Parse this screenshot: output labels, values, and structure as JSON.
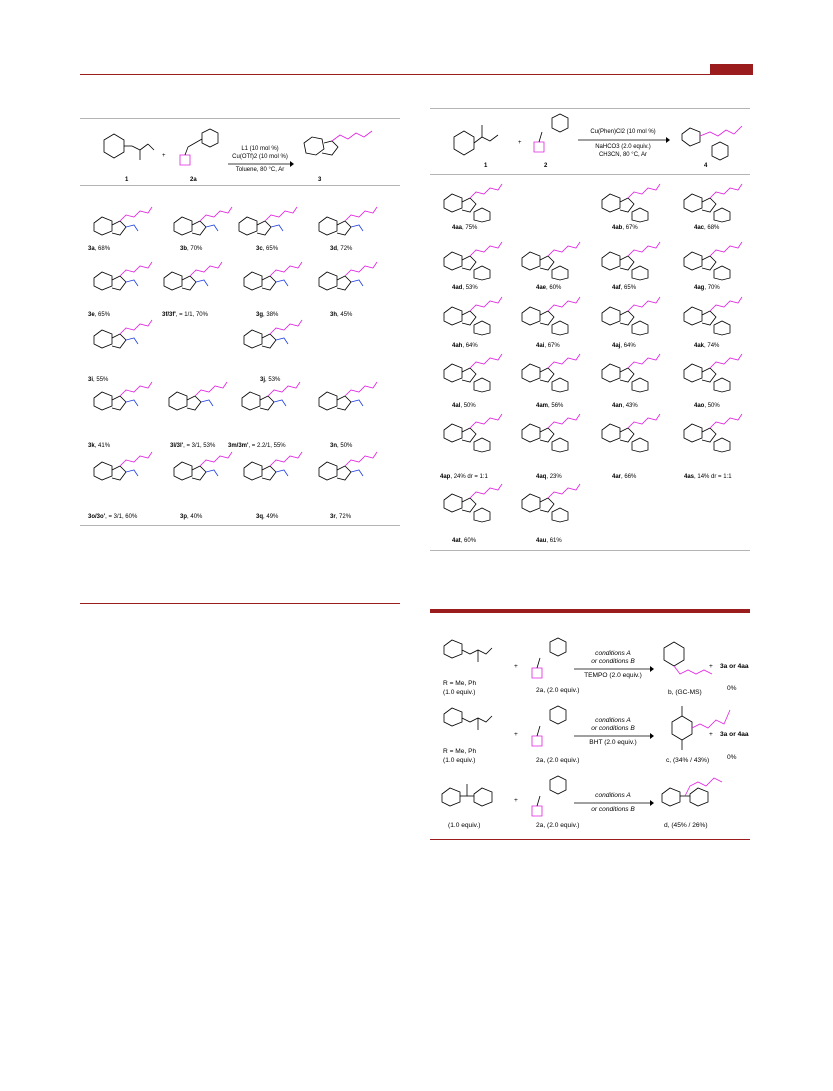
{
  "left_scheme": {
    "reagent1_label": "1",
    "reagent2_label": "2a",
    "product_label": "3",
    "plus": "+",
    "conditions": [
      "L1 (10 mol %)",
      "Cu(OTf)2 (10 mol %)",
      "Toluene, 80 °C, Ar"
    ],
    "compounds": [
      {
        "id": "3a",
        "yield": "68%"
      },
      {
        "id": "3b",
        "yield": "70%"
      },
      {
        "id": "3c",
        "yield": "65%"
      },
      {
        "id": "3d",
        "yield": "72%"
      },
      {
        "id": "3e",
        "yield": "65%"
      },
      {
        "id": "3f/3f'",
        "yield": "= 1/1, 70%"
      },
      {
        "id": "3g",
        "yield": "38%"
      },
      {
        "id": "3h",
        "yield": "45%"
      },
      {
        "id": "3i",
        "yield": "55%"
      },
      {
        "id": "3j",
        "yield": "53%"
      },
      {
        "id": "3k",
        "yield": "41%"
      },
      {
        "id": "3l/3l'",
        "yield": "= 3/1, 53%"
      },
      {
        "id": "3m/3m'",
        "yield": "= 2.2/1, 55%"
      },
      {
        "id": "3n",
        "yield": "50%"
      },
      {
        "id": "3o/3o'",
        "yield": "= 3/1, 60%"
      },
      {
        "id": "3p",
        "yield": "40%"
      },
      {
        "id": "3q",
        "yield": "49%"
      },
      {
        "id": "3r",
        "yield": "72%"
      }
    ]
  },
  "right_scheme": {
    "reagent1_label": "1",
    "reagent2_label": "2",
    "product_label": "4",
    "plus": "+",
    "conditions": [
      "Cu(Phen)Cl2 (10 mol %)",
      "NaHCO3 (2.0 equiv.)",
      "CH3CN, 80 °C, Ar"
    ],
    "compounds": [
      {
        "id": "4aa",
        "yield": "75%"
      },
      {
        "id": "4ab",
        "yield": "67%"
      },
      {
        "id": "4ac",
        "yield": "68%"
      },
      {
        "id": "4ad",
        "yield": "53%"
      },
      {
        "id": "4ae",
        "yield": "60%"
      },
      {
        "id": "4af",
        "yield": "65%"
      },
      {
        "id": "4ag",
        "yield": "70%"
      },
      {
        "id": "4ah",
        "yield": "64%"
      },
      {
        "id": "4ai",
        "yield": "67%"
      },
      {
        "id": "4aj",
        "yield": "64%"
      },
      {
        "id": "4ak",
        "yield": "74%"
      },
      {
        "id": "4al",
        "yield": "50%"
      },
      {
        "id": "4am",
        "yield": "56%"
      },
      {
        "id": "4an",
        "yield": "43%"
      },
      {
        "id": "4ao",
        "yield": "50%"
      },
      {
        "id": "4ap",
        "yield": "24% dr = 1:1"
      },
      {
        "id": "4aq",
        "yield": "23%"
      },
      {
        "id": "4ar",
        "yield": "66%"
      },
      {
        "id": "4as",
        "yield": "14% dr = 1:1"
      },
      {
        "id": "4at",
        "yield": "60%"
      },
      {
        "id": "4au",
        "yield": "61%"
      }
    ]
  },
  "control": {
    "plus": "+",
    "rows": [
      {
        "substrate_note": [
          "R = Me, Ph",
          "(1.0 equiv.)"
        ],
        "oxime": "2a, (2.0 equiv.)",
        "conditions": [
          "conditions A",
          "or conditions B"
        ],
        "additive": "TEMPO (2.0 equiv.)",
        "product": "b, (GC-MS)",
        "target": "3a or 4aa",
        "target_yield": "0%"
      },
      {
        "substrate_note": [
          "R = Me, Ph",
          "(1.0 equiv.)"
        ],
        "oxime": "2a, (2.0 equiv.)",
        "conditions": [
          "conditions A",
          "or conditions B"
        ],
        "additive": "BHT (2.0 equiv.)",
        "product": "c, (34% / 43%)",
        "target": "3a or 4aa",
        "target_yield": "0%"
      },
      {
        "substrate_note": [
          "(1.0 equiv.)"
        ],
        "oxime": "2a, (2.0 equiv.)",
        "conditions": [
          "conditions A",
          "or conditions B"
        ],
        "product": "d, (45% / 26%)"
      }
    ]
  }
}
